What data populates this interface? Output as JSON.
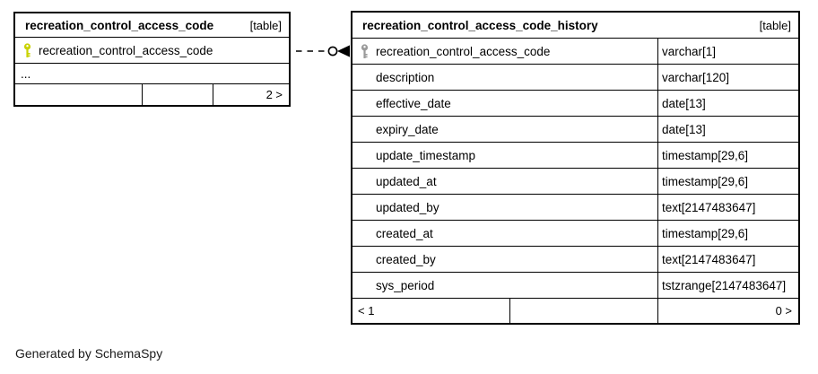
{
  "diagram": {
    "credit": "Generated by SchemaSpy"
  },
  "colors": {
    "key_primary": "#c9d202",
    "key_foreign": "#9a9a9a",
    "border": "#000000",
    "background": "#ffffff"
  },
  "left_table": {
    "name": "recreation_control_access_code",
    "badge": "[table]",
    "columns": [
      {
        "name": "recreation_control_access_code",
        "key": "primary"
      }
    ],
    "ellipsis": "...",
    "footer": {
      "left": "",
      "middle": "",
      "right": "2 >"
    }
  },
  "right_table": {
    "name": "recreation_control_access_code_history",
    "badge": "[table]",
    "columns": [
      {
        "name": "recreation_control_access_code",
        "type": "varchar[1]",
        "key": "foreign"
      },
      {
        "name": "description",
        "type": "varchar[120]"
      },
      {
        "name": "effective_date",
        "type": "date[13]"
      },
      {
        "name": "expiry_date",
        "type": "date[13]"
      },
      {
        "name": "update_timestamp",
        "type": "timestamp[29,6]"
      },
      {
        "name": "updated_at",
        "type": "timestamp[29,6]"
      },
      {
        "name": "updated_by",
        "type": "text[2147483647]"
      },
      {
        "name": "created_at",
        "type": "timestamp[29,6]"
      },
      {
        "name": "created_by",
        "type": "text[2147483647]"
      },
      {
        "name": "sys_period",
        "type": "tstzrange[2147483647]"
      }
    ],
    "footer": {
      "left": "< 1",
      "middle": "",
      "right": "0 >"
    }
  },
  "relationship": {
    "style": "dashed",
    "from": "recreation_control_access_code.recreation_control_access_code",
    "to": "recreation_control_access_code_history.recreation_control_access_code"
  }
}
